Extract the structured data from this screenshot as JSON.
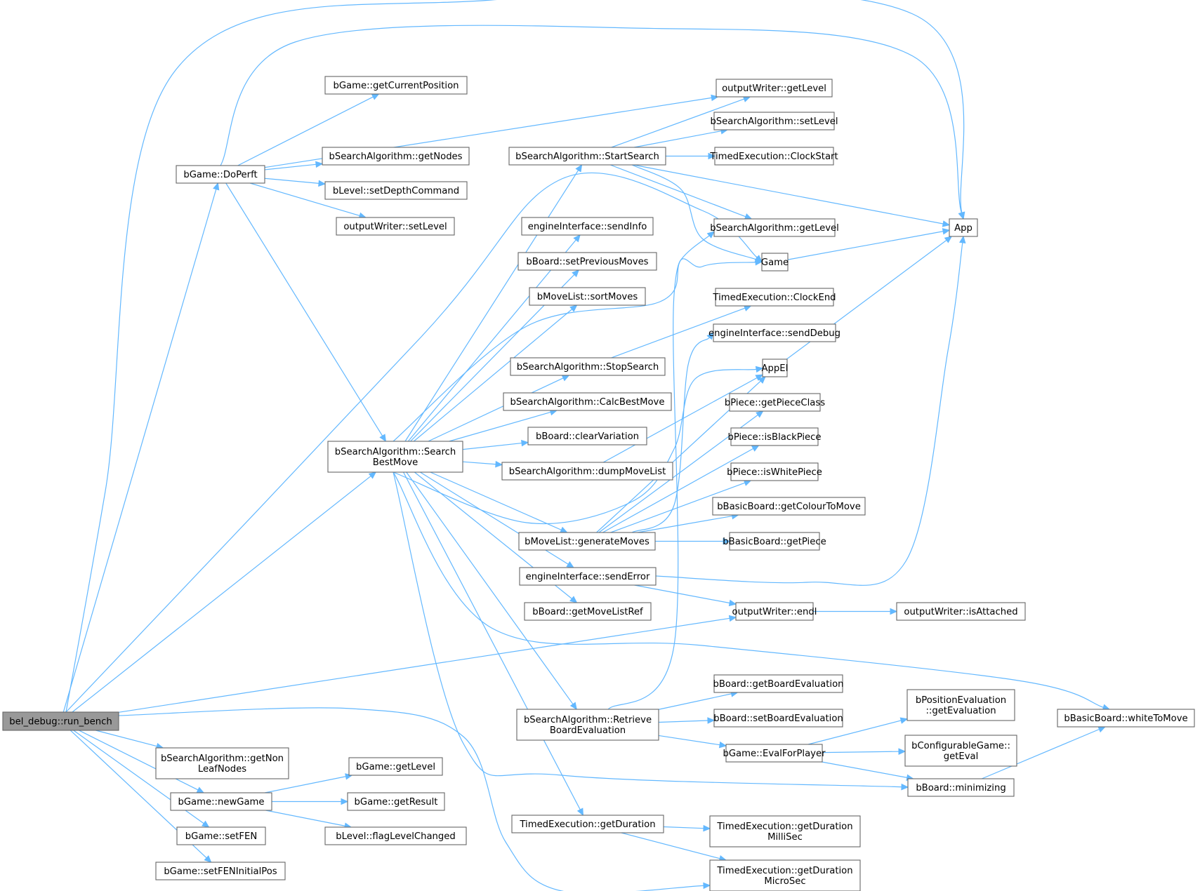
{
  "graph": {
    "root": "bel_debug::run_bench",
    "nodes": [
      {
        "id": "run_bench",
        "lines": [
          "bel_debug::run_bench"
        ],
        "root": true
      },
      {
        "id": "DoPerft",
        "lines": [
          "bGame::DoPerft"
        ]
      },
      {
        "id": "getCurrentPosition",
        "lines": [
          "bGame::getCurrentPosition"
        ]
      },
      {
        "id": "sa_getNodes",
        "lines": [
          "bSearchAlgorithm::getNodes"
        ]
      },
      {
        "id": "setDepthCommand",
        "lines": [
          "bLevel::setDepthCommand"
        ]
      },
      {
        "id": "ow_setLevel",
        "lines": [
          "outputWriter::setLevel"
        ]
      },
      {
        "id": "SearchBestMove",
        "lines": [
          "bSearchAlgorithm::Search",
          "BestMove"
        ]
      },
      {
        "id": "getNonLeafNodes",
        "lines": [
          "bSearchAlgorithm::getNon",
          "LeafNodes"
        ]
      },
      {
        "id": "newGame",
        "lines": [
          "bGame::newGame"
        ]
      },
      {
        "id": "setFEN",
        "lines": [
          "bGame::setFEN"
        ]
      },
      {
        "id": "setFENInitialPos",
        "lines": [
          "bGame::setFENInitialPos"
        ]
      },
      {
        "id": "g_getLevel",
        "lines": [
          "bGame::getLevel"
        ]
      },
      {
        "id": "g_getResult",
        "lines": [
          "bGame::getResult"
        ]
      },
      {
        "id": "flagLevelChanged",
        "lines": [
          "bLevel::flagLevelChanged"
        ]
      },
      {
        "id": "StartSearch",
        "lines": [
          "bSearchAlgorithm::StartSearch"
        ]
      },
      {
        "id": "sendInfo",
        "lines": [
          "engineInterface::sendInfo"
        ]
      },
      {
        "id": "setPreviousMoves",
        "lines": [
          "bBoard::setPreviousMoves"
        ]
      },
      {
        "id": "sortMoves",
        "lines": [
          "bMoveList::sortMoves"
        ]
      },
      {
        "id": "StopSearch",
        "lines": [
          "bSearchAlgorithm::StopSearch"
        ]
      },
      {
        "id": "CalcBestMove",
        "lines": [
          "bSearchAlgorithm::CalcBestMove"
        ]
      },
      {
        "id": "clearVariation",
        "lines": [
          "bBoard::clearVariation"
        ]
      },
      {
        "id": "dumpMoveList",
        "lines": [
          "bSearchAlgorithm::dumpMoveList"
        ]
      },
      {
        "id": "generateMoves",
        "lines": [
          "bMoveList::generateMoves"
        ]
      },
      {
        "id": "sendError",
        "lines": [
          "engineInterface::sendError"
        ]
      },
      {
        "id": "getMoveListRef",
        "lines": [
          "bBoard::getMoveListRef"
        ]
      },
      {
        "id": "RetrieveBoardEvaluation",
        "lines": [
          "bSearchAlgorithm::Retrieve",
          "BoardEvaluation"
        ]
      },
      {
        "id": "getDuration",
        "lines": [
          "TimedExecution::getDuration"
        ]
      },
      {
        "id": "ow_getLevel",
        "lines": [
          "outputWriter::getLevel"
        ]
      },
      {
        "id": "sa_setLevel",
        "lines": [
          "bSearchAlgorithm::setLevel"
        ]
      },
      {
        "id": "ClockStart",
        "lines": [
          "TimedExecution::ClockStart"
        ]
      },
      {
        "id": "sa_getLevel",
        "lines": [
          "bSearchAlgorithm::getLevel"
        ]
      },
      {
        "id": "Game",
        "lines": [
          "Game"
        ]
      },
      {
        "id": "ClockEnd",
        "lines": [
          "TimedExecution::ClockEnd"
        ]
      },
      {
        "id": "sendDebug",
        "lines": [
          "engineInterface::sendDebug"
        ]
      },
      {
        "id": "AppEI",
        "lines": [
          "AppEI"
        ]
      },
      {
        "id": "getPieceClass",
        "lines": [
          "bPiece::getPieceClass"
        ]
      },
      {
        "id": "isBlackPiece",
        "lines": [
          "bPiece::isBlackPiece"
        ]
      },
      {
        "id": "isWhitePiece",
        "lines": [
          "bPiece::isWhitePiece"
        ]
      },
      {
        "id": "getColourToMove",
        "lines": [
          "bBasicBoard::getColourToMove"
        ]
      },
      {
        "id": "getPiece",
        "lines": [
          "bBasicBoard::getPiece"
        ]
      },
      {
        "id": "endl",
        "lines": [
          "outputWriter::endl"
        ]
      },
      {
        "id": "getBoardEvaluation",
        "lines": [
          "bBoard::getBoardEvaluation"
        ]
      },
      {
        "id": "setBoardEvaluation",
        "lines": [
          "bBoard::setBoardEvaluation"
        ]
      },
      {
        "id": "EvalForPlayer",
        "lines": [
          "bGame::EvalForPlayer"
        ]
      },
      {
        "id": "getDurationMilliSec",
        "lines": [
          "TimedExecution::getDuration",
          "MilliSec"
        ]
      },
      {
        "id": "getDurationMicroSec",
        "lines": [
          "TimedExecution::getDuration",
          "MicroSec"
        ]
      },
      {
        "id": "App",
        "lines": [
          "App"
        ]
      },
      {
        "id": "isAttached",
        "lines": [
          "outputWriter::isAttached"
        ]
      },
      {
        "id": "pe_getEvaluation",
        "lines": [
          "bPositionEvaluation",
          "::getEvaluation"
        ]
      },
      {
        "id": "cg_getEval",
        "lines": [
          "bConfigurableGame::",
          "getEval"
        ]
      },
      {
        "id": "minimizing",
        "lines": [
          "bBoard::minimizing"
        ]
      },
      {
        "id": "whiteToMove",
        "lines": [
          "bBasicBoard::whiteToMove"
        ]
      }
    ],
    "edges": [
      [
        "run_bench",
        "App"
      ],
      [
        "run_bench",
        "DoPerft"
      ],
      [
        "run_bench",
        "SearchBestMove"
      ],
      [
        "run_bench",
        "Game"
      ],
      [
        "run_bench",
        "endl"
      ],
      [
        "run_bench",
        "getNonLeafNodes"
      ],
      [
        "run_bench",
        "newGame"
      ],
      [
        "run_bench",
        "setFEN"
      ],
      [
        "run_bench",
        "setFENInitialPos"
      ],
      [
        "run_bench",
        "getDurationMicroSec"
      ],
      [
        "DoPerft",
        "App"
      ],
      [
        "DoPerft",
        "getCurrentPosition"
      ],
      [
        "DoPerft",
        "ow_getLevel"
      ],
      [
        "DoPerft",
        "sa_getNodes"
      ],
      [
        "DoPerft",
        "setDepthCommand"
      ],
      [
        "DoPerft",
        "ow_setLevel"
      ],
      [
        "DoPerft",
        "SearchBestMove"
      ],
      [
        "newGame",
        "g_getLevel"
      ],
      [
        "newGame",
        "g_getResult"
      ],
      [
        "newGame",
        "flagLevelChanged"
      ],
      [
        "SearchBestMove",
        "StartSearch"
      ],
      [
        "SearchBestMove",
        "sendInfo"
      ],
      [
        "SearchBestMove",
        "setPreviousMoves"
      ],
      [
        "SearchBestMove",
        "sortMoves"
      ],
      [
        "SearchBestMove",
        "sa_getLevel"
      ],
      [
        "SearchBestMove",
        "StopSearch"
      ],
      [
        "SearchBestMove",
        "CalcBestMove"
      ],
      [
        "SearchBestMove",
        "clearVariation"
      ],
      [
        "SearchBestMove",
        "dumpMoveList"
      ],
      [
        "SearchBestMove",
        "AppEI"
      ],
      [
        "SearchBestMove",
        "generateMoves"
      ],
      [
        "SearchBestMove",
        "sendError"
      ],
      [
        "SearchBestMove",
        "getMoveListRef"
      ],
      [
        "SearchBestMove",
        "whiteToMove"
      ],
      [
        "SearchBestMove",
        "RetrieveBoardEvaluation"
      ],
      [
        "SearchBestMove",
        "minimizing"
      ],
      [
        "SearchBestMove",
        "getDuration"
      ],
      [
        "StartSearch",
        "ow_getLevel"
      ],
      [
        "StartSearch",
        "sa_setLevel"
      ],
      [
        "StartSearch",
        "ClockStart"
      ],
      [
        "StartSearch",
        "App"
      ],
      [
        "StartSearch",
        "sa_getLevel"
      ],
      [
        "StartSearch",
        "Game"
      ],
      [
        "StopSearch",
        "ClockEnd"
      ],
      [
        "dumpMoveList",
        "AppEI"
      ],
      [
        "generateMoves",
        "sendDebug"
      ],
      [
        "generateMoves",
        "AppEI"
      ],
      [
        "generateMoves",
        "getPieceClass"
      ],
      [
        "generateMoves",
        "isBlackPiece"
      ],
      [
        "generateMoves",
        "isWhitePiece"
      ],
      [
        "generateMoves",
        "getColourToMove"
      ],
      [
        "generateMoves",
        "getPiece"
      ],
      [
        "sendError",
        "App"
      ],
      [
        "sendError",
        "endl"
      ],
      [
        "RetrieveBoardEvaluation",
        "Game"
      ],
      [
        "RetrieveBoardEvaluation",
        "getBoardEvaluation"
      ],
      [
        "RetrieveBoardEvaluation",
        "setBoardEvaluation"
      ],
      [
        "RetrieveBoardEvaluation",
        "EvalForPlayer"
      ],
      [
        "getDuration",
        "getDurationMilliSec"
      ],
      [
        "getDuration",
        "getDurationMicroSec"
      ],
      [
        "Game",
        "App"
      ],
      [
        "AppEI",
        "App"
      ],
      [
        "endl",
        "isAttached"
      ],
      [
        "EvalForPlayer",
        "pe_getEvaluation"
      ],
      [
        "EvalForPlayer",
        "cg_getEval"
      ],
      [
        "EvalForPlayer",
        "minimizing"
      ],
      [
        "minimizing",
        "whiteToMove"
      ]
    ]
  },
  "colors": {
    "edge": "#63b8ff",
    "node_border": "#666666",
    "root_fill": "#999999",
    "node_fill": "#ffffff"
  }
}
